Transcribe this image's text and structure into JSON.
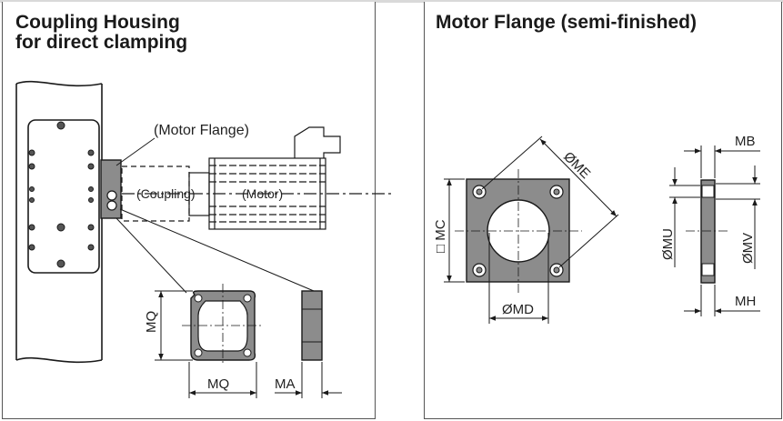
{
  "left": {
    "title_line1": "Coupling Housing",
    "title_line2": "for direct clamping",
    "labels": {
      "motor_flange": "(Motor Flange)",
      "coupling": "(Coupling)",
      "motor": "(Motor)"
    },
    "dims": {
      "mq_vertical": "MQ",
      "mq_horizontal": "MQ",
      "ma": "MA"
    }
  },
  "right": {
    "title": "Motor Flange (semi-finished)",
    "dims": {
      "me": "ØME",
      "mc": "□ MC",
      "md": "ØMD",
      "mb": "MB",
      "mu": "ØMU",
      "mv": "ØMV",
      "mh": "MH"
    }
  },
  "colors": {
    "part_gray": "#8c8c8c",
    "line": "#1a1a1a",
    "background": "#ffffff"
  }
}
